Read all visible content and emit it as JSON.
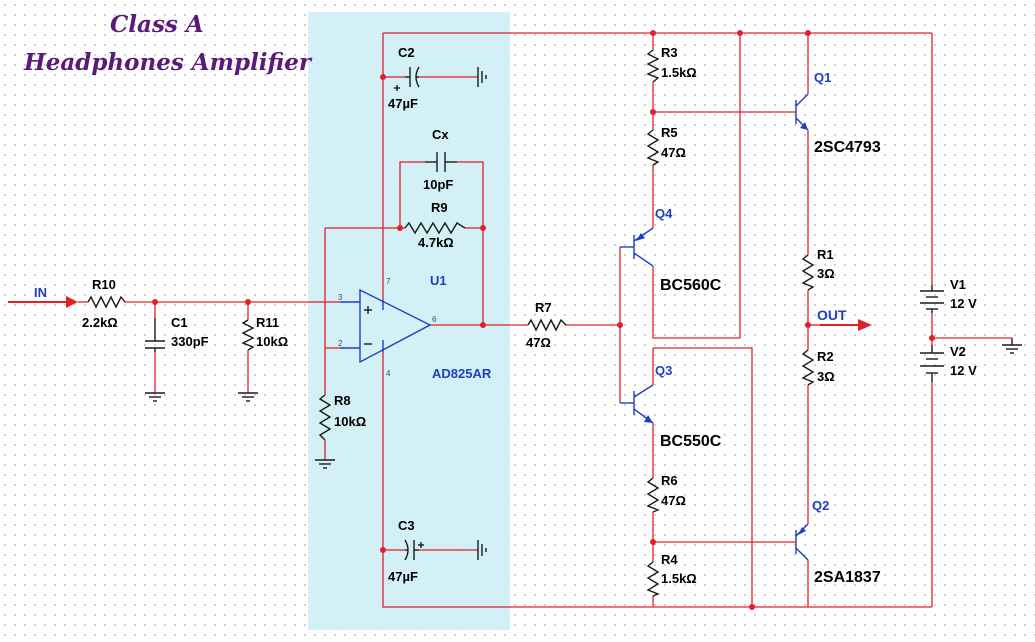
{
  "title": {
    "line1": "Class A",
    "line2": "Headphones Amplifier"
  },
  "signals": {
    "input": "IN",
    "output": "OUT"
  },
  "colors": {
    "wire": "#e0202a",
    "component": "#1a1a1a",
    "opamp": "#1f3fbf",
    "highlight": "#cdeef5",
    "title": "#5a1a7a"
  },
  "components": {
    "R10": {
      "ref": "R10",
      "value": "2.2kΩ"
    },
    "C1": {
      "ref": "C1",
      "value": "330pF"
    },
    "R11": {
      "ref": "R11",
      "value": "10kΩ"
    },
    "R8": {
      "ref": "R8",
      "value": "10kΩ"
    },
    "C2": {
      "ref": "C2",
      "value": "47µF"
    },
    "C3": {
      "ref": "C3",
      "value": "47µF"
    },
    "Cx": {
      "ref": "Cx",
      "value": "10pF"
    },
    "R9": {
      "ref": "R9",
      "value": "4.7kΩ"
    },
    "U1": {
      "ref": "U1",
      "part": "AD825AR",
      "pins": {
        "plus": "3",
        "minus": "2",
        "out": "6",
        "vpos": "7",
        "vneg": "4"
      }
    },
    "R7": {
      "ref": "R7",
      "value": "47Ω"
    },
    "R3": {
      "ref": "R3",
      "value": "1.5kΩ"
    },
    "R5": {
      "ref": "R5",
      "value": "47Ω"
    },
    "Q4": {
      "ref": "Q4",
      "part": "BC560C"
    },
    "Q3": {
      "ref": "Q3",
      "part": "BC550C"
    },
    "R6": {
      "ref": "R6",
      "value": "47Ω"
    },
    "R4": {
      "ref": "R4",
      "value": "1.5kΩ"
    },
    "Q1": {
      "ref": "Q1",
      "part": "2SC4793"
    },
    "Q2": {
      "ref": "Q2",
      "part": "2SA1837"
    },
    "R1": {
      "ref": "R1",
      "value": "3Ω"
    },
    "R2": {
      "ref": "R2",
      "value": "3Ω"
    },
    "V1": {
      "ref": "V1",
      "value": "12 V"
    },
    "V2": {
      "ref": "V2",
      "value": "12 V"
    }
  }
}
